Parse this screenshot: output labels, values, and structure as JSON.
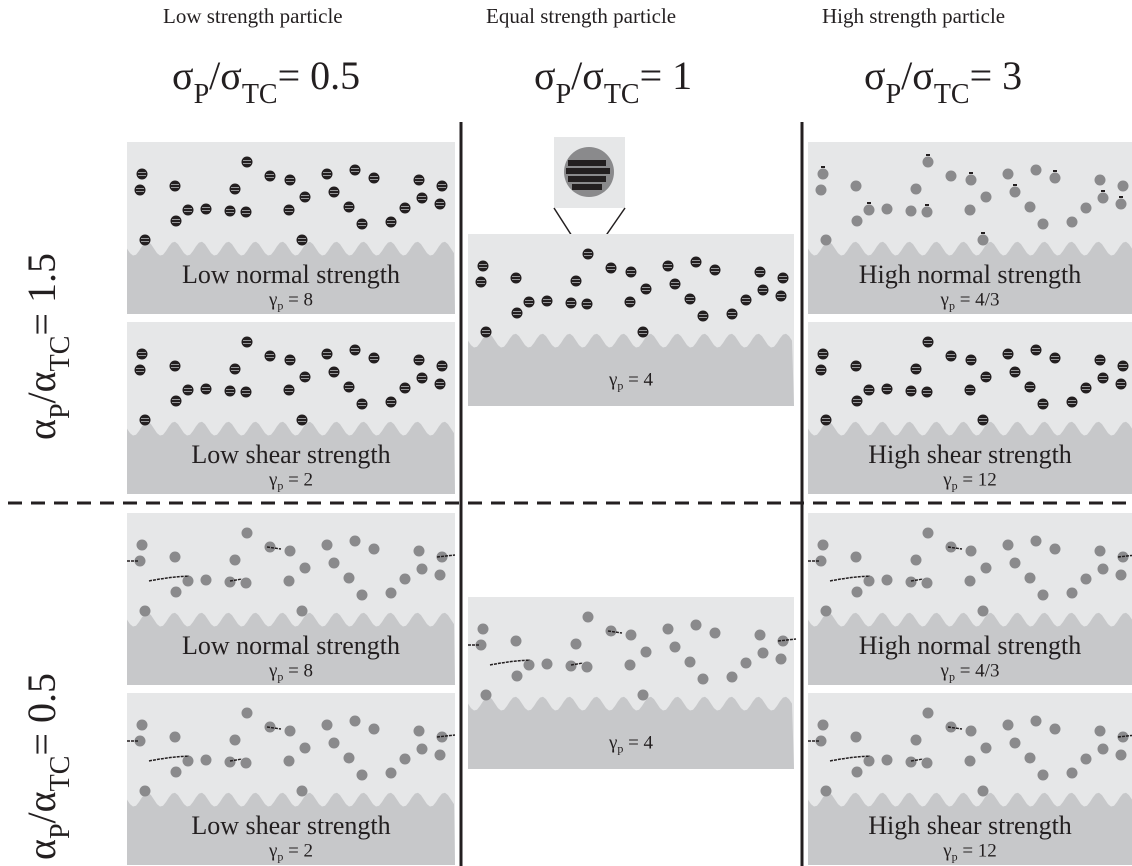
{
  "columns": [
    {
      "title": "Low strength particle",
      "ratio_lhs": "σ",
      "ratio_sub1": "P",
      "ratio_mid": "/σ",
      "ratio_sub2": "TC",
      "ratio_rhs": "= 0.5"
    },
    {
      "title": "Equal strength particle",
      "ratio_lhs": "σ",
      "ratio_sub1": "P",
      "ratio_mid": "/σ",
      "ratio_sub2": "TC",
      "ratio_rhs": "= 1"
    },
    {
      "title": "High strength particle",
      "ratio_lhs": "σ",
      "ratio_sub1": "P",
      "ratio_mid": "/σ",
      "ratio_sub2": "TC",
      "ratio_rhs": "= 3"
    }
  ],
  "rows": [
    {
      "lhs": "α",
      "sub1": "P",
      "mid": "/α",
      "sub2": "TC",
      "rhs": "= 1.5"
    },
    {
      "lhs": "α",
      "sub1": "P",
      "mid": "/α",
      "sub2": "TC",
      "rhs": "= 0.5"
    }
  ],
  "panels": {
    "top_left_a": {
      "label": "Low normal strength",
      "gamma_symbol": "γ",
      "gamma_sub": "p",
      "gamma_value": "= 8",
      "particles": "dark"
    },
    "top_left_b": {
      "label": "Low shear strength",
      "gamma_symbol": "γ",
      "gamma_sub": "p",
      "gamma_value": "= 2",
      "particles": "dark"
    },
    "top_mid": {
      "label": "",
      "gamma_symbol": "γ",
      "gamma_sub": "p",
      "gamma_value": "= 4",
      "particles": "dark"
    },
    "top_right_a": {
      "label": "High normal strength",
      "gamma_symbol": "γ",
      "gamma_sub": "p",
      "gamma_value": "= 4/3",
      "particles": "grey-notched"
    },
    "top_right_b": {
      "label": "High shear strength",
      "gamma_symbol": "γ",
      "gamma_sub": "p",
      "gamma_value": "= 12",
      "particles": "dark"
    },
    "bot_left_a": {
      "label": "Low normal strength",
      "gamma_symbol": "γ",
      "gamma_sub": "p",
      "gamma_value": "= 8",
      "particles": "grey"
    },
    "bot_left_b": {
      "label": "Low shear strength",
      "gamma_symbol": "γ",
      "gamma_sub": "p",
      "gamma_value": "= 2",
      "particles": "grey"
    },
    "bot_mid": {
      "label": "",
      "gamma_symbol": "γ",
      "gamma_sub": "p",
      "gamma_value": "= 4",
      "particles": "grey"
    },
    "bot_right_a": {
      "label": "High normal strength",
      "gamma_symbol": "γ",
      "gamma_sub": "p",
      "gamma_value": "= 4/3",
      "particles": "grey"
    },
    "bot_right_b": {
      "label": "High shear strength",
      "gamma_symbol": "γ",
      "gamma_sub": "p",
      "gamma_value": "= 12",
      "particles": "grey"
    }
  },
  "colors": {
    "panel_bg": "#e6e7e8",
    "substrate": "#c7c8ca",
    "particle_dark": "#231f20",
    "particle_grey": "#8a8a8c",
    "rule": "#231f20"
  }
}
